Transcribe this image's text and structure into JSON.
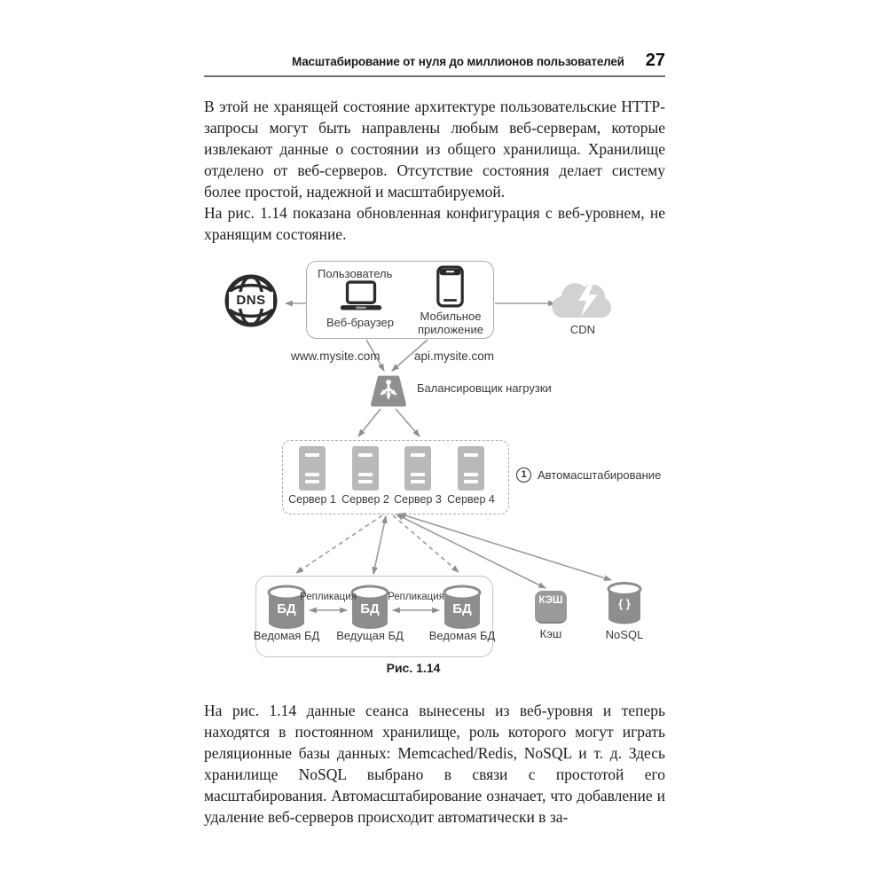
{
  "header": {
    "title": "Масштабирование от нуля до миллионов пользователей",
    "page_number": "27"
  },
  "paragraphs": {
    "p1": "В этой не хранящей состояние архитектуре пользовательские HTTP-запросы могут быть направлены любым веб-серверам, которые извлекают данные о состоянии из общего хранилища. Хранилище отделено от веб-серверов. Отсутствие состояния делает систему более простой, надежной и масштабируемой.",
    "p2": "На рис. 1.14 показана обновленная конфигурация с веб-уровнем, не хранящим состояние.",
    "p3": "На рис. 1.14 данные сеанса вынесены из веб-уровня и теперь находятся в постоянном хранилище, роль которого могут играть реляционные базы данных: Memcached/Redis, NoSQL и т. д. Здесь хранилище NoSQL выбрано в связи с простотой его масштабирования. Автомасштабирование означает, что добавление и удаление веб-серверов происходит автоматически в за-"
  },
  "diagram": {
    "dns_label": "DNS",
    "user_box_label": "Пользователь",
    "web_browser_label": "Веб-браузер",
    "mobile_app_label": "Мобильное приложение",
    "cdn_label": "CDN",
    "www_domain": "www.mysite.com",
    "api_domain": "api.mysite.com",
    "load_balancer_label": "Балансировщик нагрузки",
    "servers": [
      "Сервер 1",
      "Сервер 2",
      "Сервер 3",
      "Сервер 4"
    ],
    "autoscaling_number": "1",
    "autoscaling_label": "Автомасштабирование",
    "db_cylinder_label": "БД",
    "replication_label": "Репликация",
    "db_labels": [
      "Ведомая БД",
      "Ведущая БД",
      "Ведомая БД"
    ],
    "cache_box_label": "КЭШ",
    "cache_label": "Кэш",
    "nosql_glyph": "{ }",
    "nosql_label": "NoSQL",
    "caption": "Рис. 1.14"
  },
  "icons": {
    "dns-globe-icon": "globe wireframe with DNS text",
    "laptop-icon": "laptop outline",
    "smartphone-icon": "smartphone outline",
    "cdn-cloud-icon": "cloud with lightning bolt",
    "load-balancer-icon": "trapezoid with branching arrows",
    "server-icon": "gray server tower with white slots",
    "database-cylinder-icon": "gray cylinder",
    "cache-icon": "gray rounded square",
    "nosql-cylinder-icon": "gray cylinder with braces"
  },
  "colors": {
    "icon_dark": "#2b2b2b",
    "shape_gray": "#8f8f8f",
    "server_gray": "#b9b9b9",
    "cloud_gray": "#d2d2d2",
    "text": "#1d1d1d"
  }
}
